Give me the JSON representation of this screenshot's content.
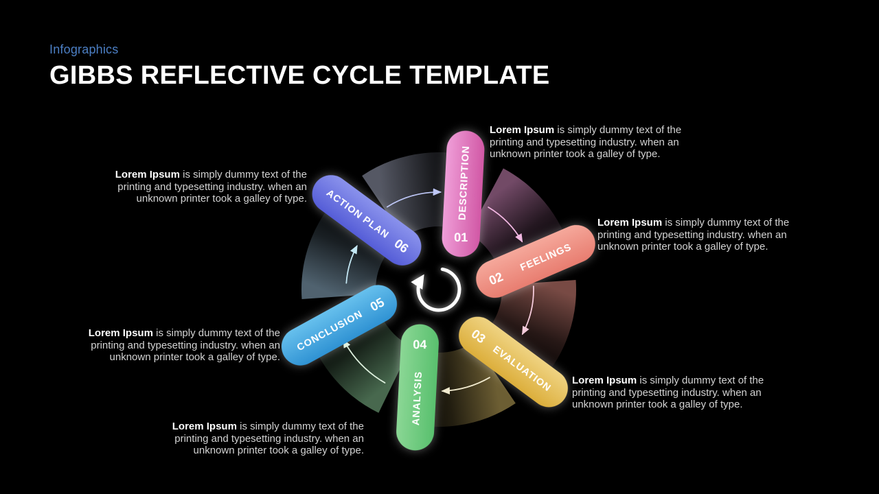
{
  "header": {
    "eyebrow": "Infographics",
    "title": "GIBBS REFLECTIVE CYCLE TEMPLATE"
  },
  "colors": {
    "background": "#000000",
    "eyebrow_blue": "#4c7fc4",
    "title_white": "#ffffff",
    "body_text": "#d3d3d3"
  },
  "diagram": {
    "center_icon": "cycle-arrow",
    "cycle_direction": "clockwise"
  },
  "steps": [
    {
      "number": "01",
      "label": "DESCRIPTION",
      "color_light": "#ef9ed8",
      "color_dark": "#d158a5",
      "tail_color": "#e493cd",
      "arrow_color": "#f2b7e2",
      "desc_lead": "Lorem Ipsum",
      "desc_text": " is simply dummy text of the printing and typesetting industry. when an unknown printer took a galley of type."
    },
    {
      "number": "02",
      "label": "FEELINGS",
      "color_light": "#f5a89b",
      "color_dark": "#e87d70",
      "tail_color": "#ef9488",
      "arrow_color": "#f5cbdb",
      "desc_lead": "Lorem Ipsum",
      "desc_text": " is simply dummy text of the printing and typesetting industry. when an unknown printer took a galley of type."
    },
    {
      "number": "03",
      "label": "EVALUATION",
      "color_light": "#efd382",
      "color_dark": "#dcae3b",
      "tail_color": "#d9bc66",
      "arrow_color": "#f2ebcf",
      "desc_lead": "Lorem Ipsum",
      "desc_text": " is simply dummy text of the printing and typesetting industry. when an unknown printer took a galley of type."
    },
    {
      "number": "04",
      "label": "ANALYSIS",
      "color_light": "#8bd795",
      "color_dark": "#59c06e",
      "tail_color": "#8fd19c",
      "arrow_color": "#dcefdc",
      "desc_lead": "Lorem Ipsum",
      "desc_text": " is simply dummy text of the printing and typesetting industry. when an unknown printer took a galley of type."
    },
    {
      "number": "05",
      "label": "CONCLUSION",
      "color_light": "#67c0ed",
      "color_dark": "#2f92d3",
      "tail_color": "#9fc4de",
      "arrow_color": "#c4e8f4",
      "desc_lead": "Lorem Ipsum",
      "desc_text": " is simply dummy text of the printing and typesetting industry. when an unknown printer took a galley of type."
    },
    {
      "number": "06",
      "label": "ACTION PLAN",
      "color_light": "#8a92ec",
      "color_dark": "#555dd7",
      "tail_color": "#aab0c8",
      "arrow_color": "#bdc6f5",
      "desc_lead": "Lorem Ipsum",
      "desc_text": " is simply dummy text of the printing and typesetting industry. when an unknown printer took a galley of type."
    }
  ]
}
